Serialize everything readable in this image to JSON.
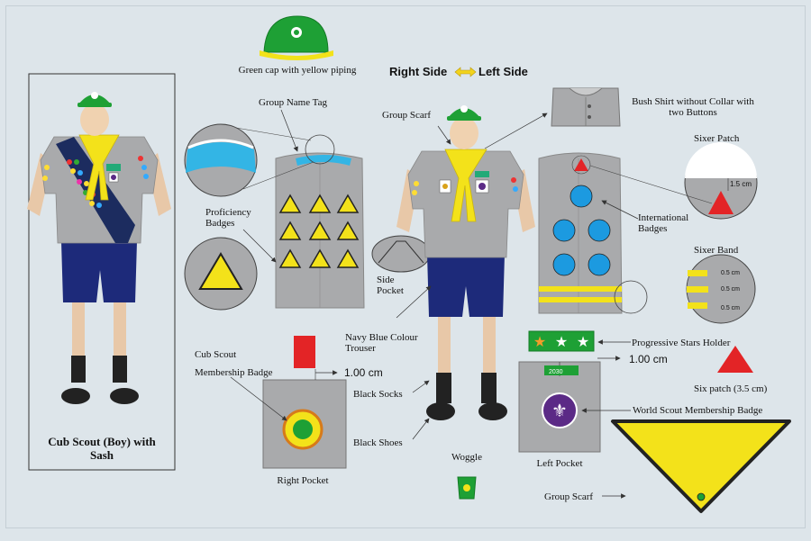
{
  "labels": {
    "cap": "Green cap with yellow piping",
    "side_title_right": "Right Side",
    "side_title_left": "Left Side",
    "boy_caption": "Cub Scout (Boy) with Sash",
    "group_name_tag": "Group Name Tag",
    "group_scarf_top": "Group Scarf",
    "proficiency_badges": "Proficiency Badges",
    "side_pocket": "Side Pocket",
    "navy_trouser": "Navy Blue Colour Trouser",
    "cub_scout_membership_badge": "Cub Scout Membership Badge",
    "right_pocket_measure": "1.00 cm",
    "black_socks": "Black Socks",
    "black_shoes": "Black Shoes",
    "right_pocket": "Right Pocket",
    "woggle": "Woggle",
    "bush_shirt": "Bush Shirt without Collar with two Buttons",
    "sixer_patch": "Sixer  Patch",
    "sixer_patch_measure": "1.5 cm",
    "international_badges": "International Badges",
    "sixer_band": "Sixer  Band",
    "band_measure_1": "0.5 cm",
    "band_measure_2": "0.5 cm",
    "band_measure_3": "0.5 cm",
    "progressive_stars": "Progressive Stars Holder",
    "left_pocket_measure": "1.00 cm",
    "six_patch": "Six patch (3.5 cm)",
    "world_scout_badge": "World Scout Membership Badge",
    "left_pocket": "Left Pocket",
    "group_scarf_bottom": "Group Scarf",
    "pocket_tag_number": "2030"
  },
  "colors": {
    "background": "#dde5ea",
    "shirt_grey": "#a9aaac",
    "cap_green": "#1ea035",
    "scarf_yellow": "#f3e21a",
    "trouser_navy": "#1d2a7a",
    "sash_navy": "#1c2c5f",
    "badge_blue": "#1c9ae0",
    "patch_red": "#e32426",
    "arrow_yellow": "#f2d31c"
  },
  "icons": {
    "cap": "cap-icon",
    "arrow": "double-arrow-icon",
    "woggle": "woggle-icon"
  }
}
